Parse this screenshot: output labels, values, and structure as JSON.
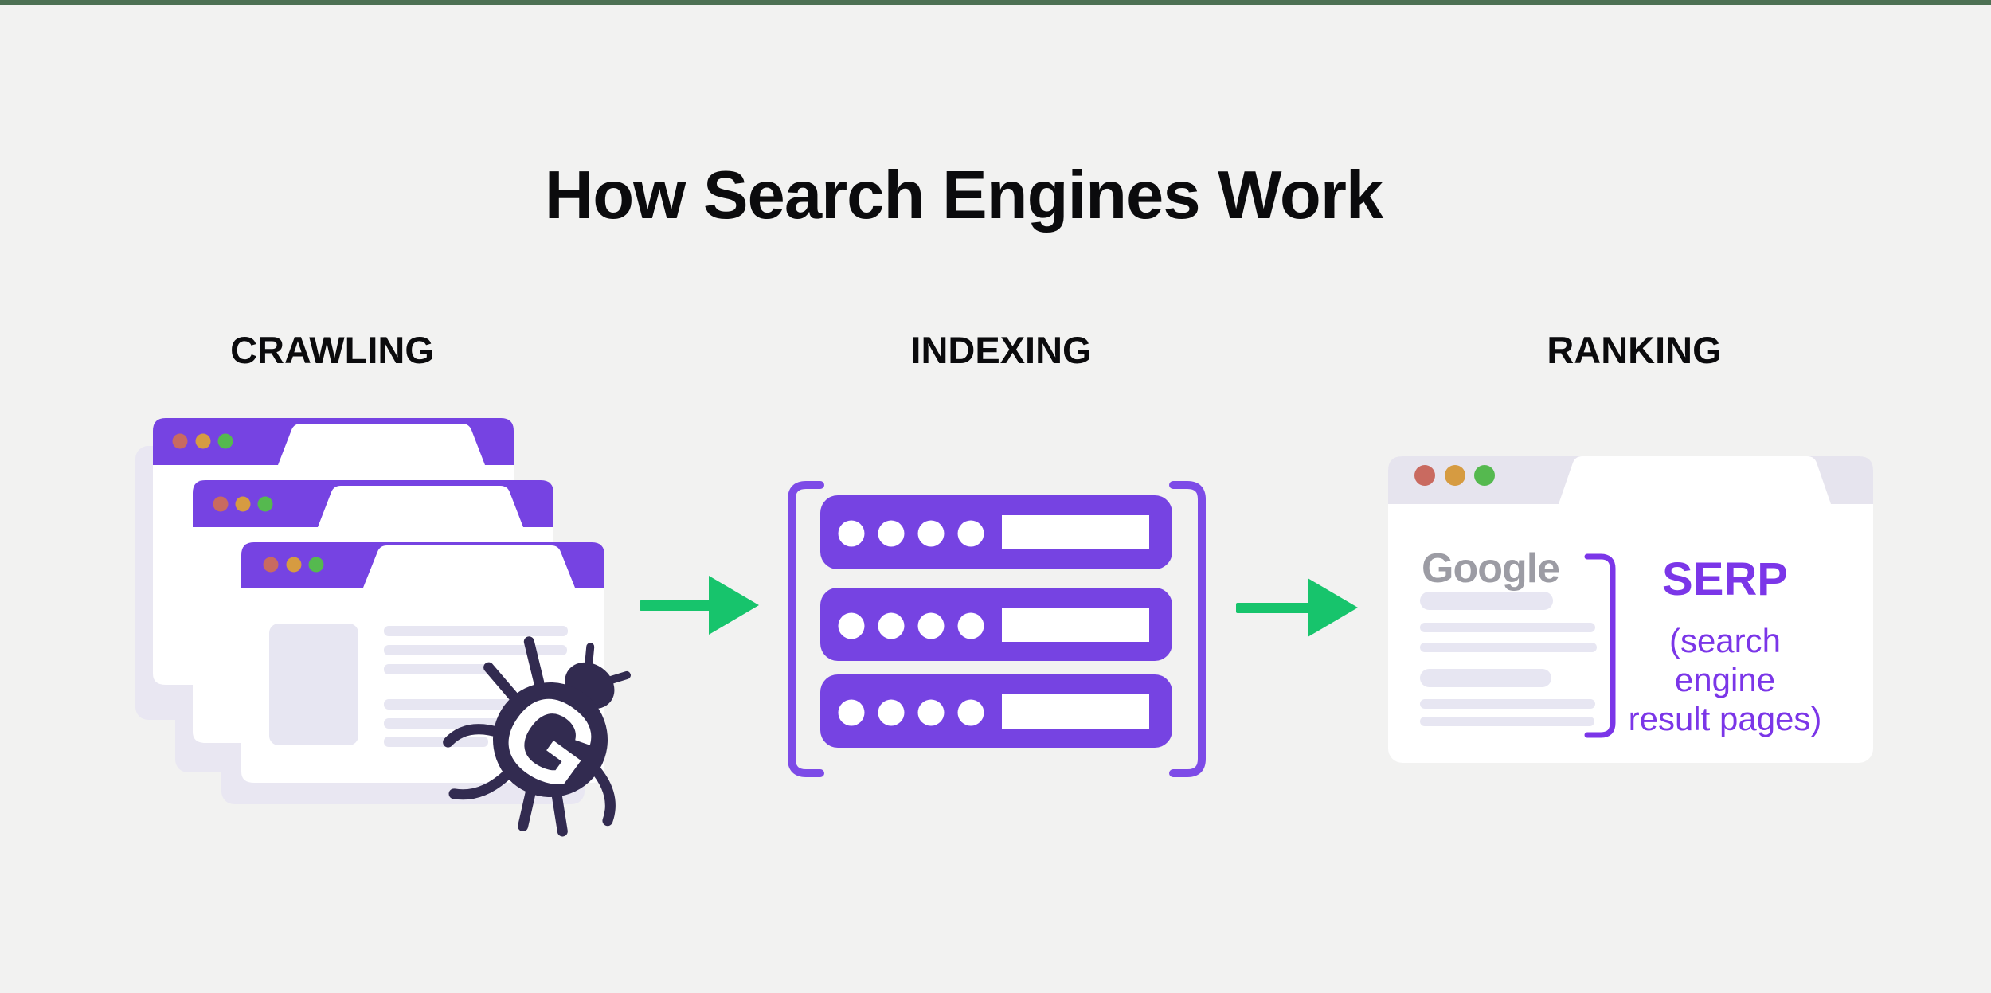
{
  "title": "How Search Engines Work",
  "stages": {
    "crawling": "CRAWLING",
    "indexing": "INDEXING",
    "ranking": "RANKING"
  },
  "crawler_bug": {
    "letter": "G"
  },
  "ranking_card": {
    "logo": "Google",
    "serp_title": "SERP",
    "serp_subtitle_lines": [
      "(search",
      "engine",
      "result pages)"
    ]
  },
  "colors": {
    "background": "#f2f2f1",
    "top_bar": "#4d7154",
    "heading_text": "#0b0b0d",
    "purple": "#7643e2",
    "bracket_purple": "#7d4be7",
    "serp_purple": "#7b36e8",
    "arrow_green": "#17c46c",
    "bug_dark": "#322b50",
    "window_gray": "#e7e6f2",
    "shadow_gray": "#e9e7f2",
    "ranking_header": "#e6e4ee",
    "google_gray": "#9c9ca4",
    "dot_red": "#c96a60",
    "dot_orange": "#d69b41",
    "dot_green": "#55b94f",
    "white": "#ffffff"
  }
}
